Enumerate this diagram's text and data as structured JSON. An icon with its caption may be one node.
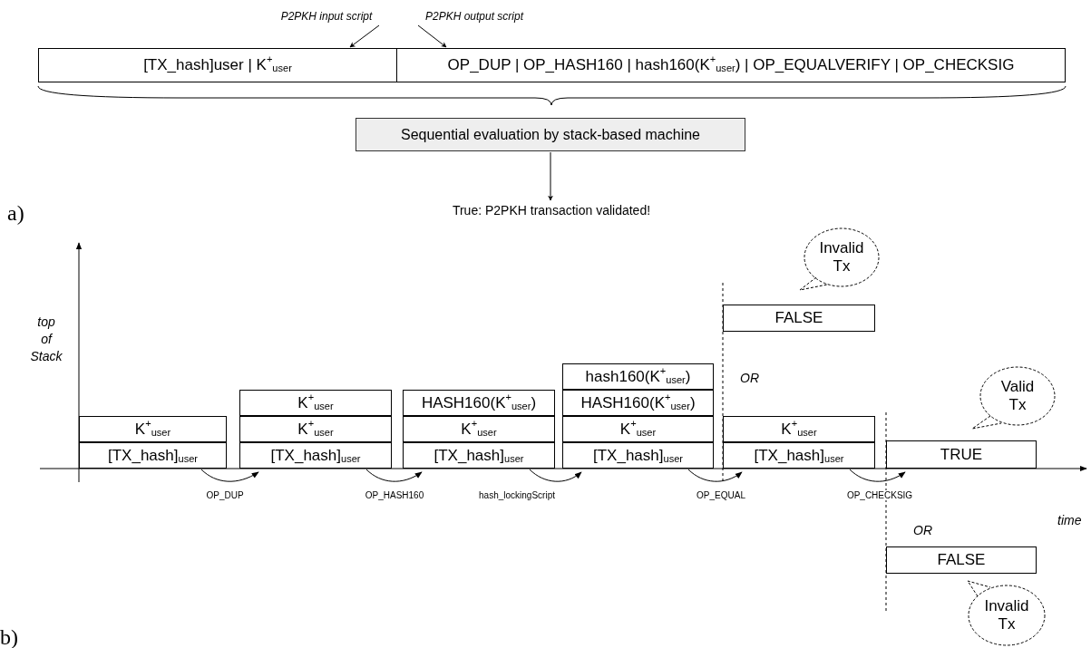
{
  "diagram": {
    "nodes": [
      {
        "text": [
          "P2PKH input script"
        ]
      },
      {
        "text": [
          "P2PKH output script"
        ]
      },
      {
        "text": [
          "[TX_hash]user | K$^{+}$$_{user}$"
        ]
      },
      {
        "text": [
          "OP_DUP | OP_HASH160 | hash160(K$^{+}$$_{user}$) | OP_EQUALVERIFY | OP_CHECKSIG"
        ]
      },
      {
        "text": [
          "Sequential evaluation by stack-based machine"
        ]
      },
      {
        "text": [
          "True: P2PKH transaction validated!"
        ]
      },
      {
        "text": [
          "K$^{+}$$_{user}$"
        ]
      },
      {
        "text": [
          "[TX_hash]$_{user}$"
        ]
      },
      {
        "text": [
          "K$^{+}$$_{user}$"
        ]
      },
      {
        "text": [
          "K$^{+}$$_{user}$"
        ]
      },
      {
        "text": [
          "[TX_hash]$_{user}$"
        ]
      },
      {
        "text": [
          "HASH160(K$^{+}$$_{user}$)"
        ]
      },
      {
        "text": [
          "K$^{+}$$_{user}$"
        ]
      },
      {
        "text": [
          "[TX_hash]$_{user}$"
        ]
      },
      {
        "text": [
          "hash160(K$^{+}$$_{user}$)"
        ]
      },
      {
        "text": [
          "HASH160(K$^{+}$$_{user}$)"
        ]
      },
      {
        "text": [
          "K$^{+}$$_{user}$"
        ]
      },
      {
        "text": [
          "[TX_hash]$_{user}$"
        ]
      },
      {
        "text": [
          "Invalid Tx"
        ]
      },
      {
        "text": [
          "FALSE"
        ]
      },
      {
        "text": [
          "K$^{+}$$_{user}$"
        ]
      },
      {
        "text": [
          "[TX_hash]$_{user}$"
        ]
      },
      {
        "text": [
          "Valid Tx"
        ]
      },
      {
        "text": [
          "TRUE"
        ]
      },
      {
        "text": [
          "FALSE"
        ]
      },
      {
        "text": [
          "Invalid Tx"
        ]
      }
    ],
    "edges": [
      {
        "from": 0,
        "to": 2,
        "arrow": "to"
      },
      {
        "from": 1,
        "to": 3,
        "arrow": "to"
      },
      {
        "from": 4,
        "to": 5,
        "arrow": "to"
      },
      {
        "from": 7,
        "to": 10,
        "arrow": "to",
        "label": "OP_DUP"
      },
      {
        "from": 10,
        "to": 13,
        "arrow": "to",
        "label": "OP_HASH160"
      },
      {
        "from": 13,
        "to": 17,
        "arrow": "to",
        "label": "hash_lockingScript"
      },
      {
        "from": 17,
        "to": 21,
        "arrow": "to",
        "label": "OP_EQUAL"
      },
      {
        "from": 21,
        "to": 23,
        "arrow": "to",
        "label": "OP_CHECKSIG"
      }
    ],
    "labels": [
      "a)",
      "top of Stack",
      "OR",
      "time",
      "OR",
      "b)"
    ]
  }
}
